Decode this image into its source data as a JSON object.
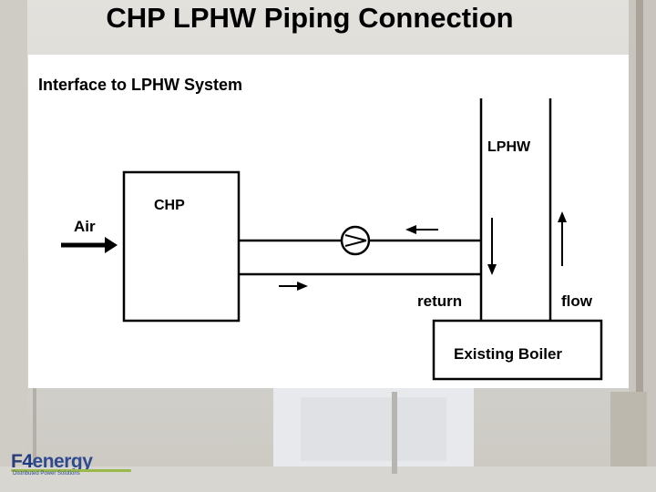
{
  "slide": {
    "title": "CHP LPHW Piping Connection"
  },
  "diagram": {
    "heading": "Interface to LPHW System",
    "chp_label": "CHP",
    "air_label": "Air",
    "lphw_label": "LPHW",
    "return_label": "return",
    "flow_label": "flow",
    "boiler_label": "Existing Boiler",
    "pump_icon": "pump-icon"
  },
  "logo": {
    "digit": "4",
    "word_prefix": "F",
    "word_suffix": "energy",
    "tagline": "Distributed Power Solutions"
  },
  "colors": {
    "panel": "#ffffff",
    "line": "#000000",
    "logo_blue": "#2a3d7a",
    "logo_green": "#9bb84a"
  }
}
